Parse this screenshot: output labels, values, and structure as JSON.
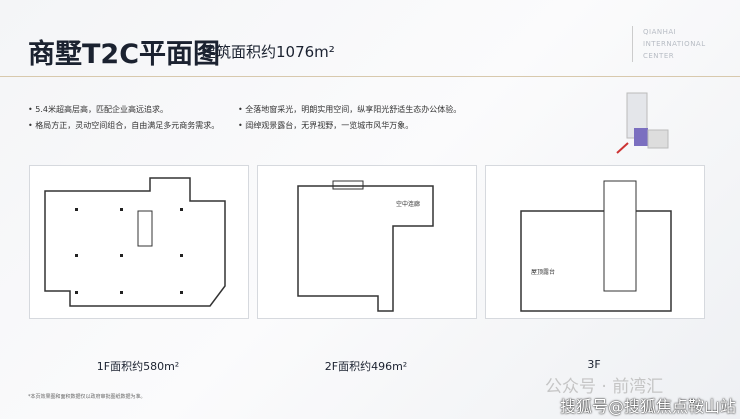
{
  "header": {
    "title": "商墅T2C平面图",
    "subtitle": "建筑面积约1076m²",
    "brand": [
      "QIANHAI",
      "INTERNATIONAL",
      "CENTER"
    ]
  },
  "bullets": {
    "left": [
      "• 5.4米超高层高，匹配企业高远追求。",
      "• 格局方正，灵动空间组合，自由满足多元商务需求。"
    ],
    "right": [
      "• 全落地窗采光，明朗实用空间，纵享阳光舒适生态办公体验。",
      "• 阔绰观景露台，无界视野，一览城市风华万象。"
    ]
  },
  "plans": [
    {
      "caption": "1F面积约580m²"
    },
    {
      "caption": "2F面积约496m²",
      "label": "空中连廊"
    },
    {
      "caption": "3F",
      "label": "屋顶露台"
    }
  ],
  "footnote": "*本页效果图和面积数据仅以政府审批图纸数据为准。",
  "watermark": {
    "line1": "公众号 · 前湾汇",
    "line2": "搜狐号@搜狐焦点鞍山站"
  }
}
